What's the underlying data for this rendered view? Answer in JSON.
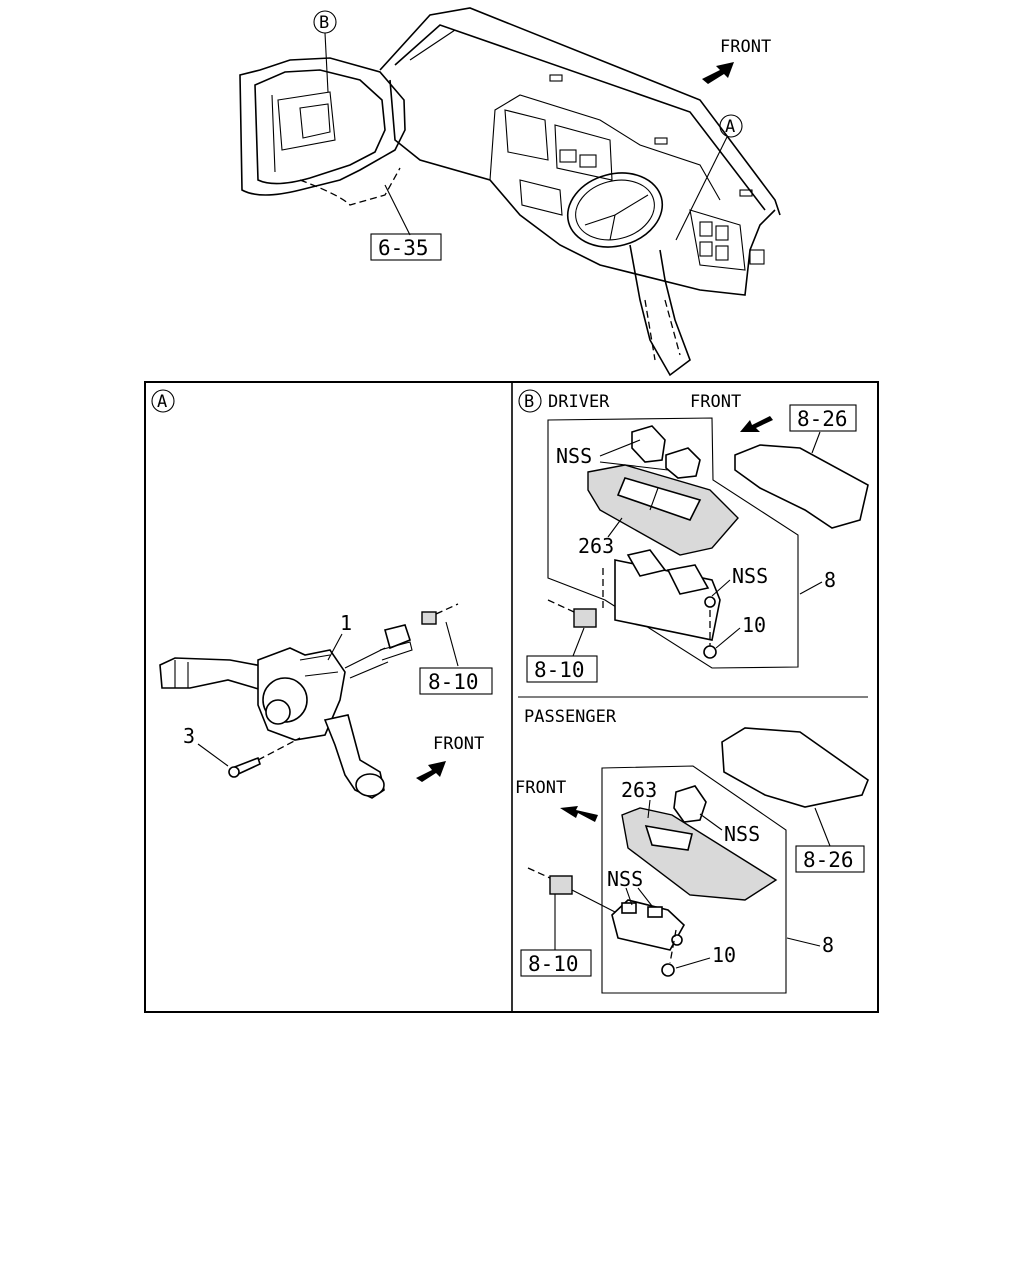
{
  "overview": {
    "front_label": "FRONT",
    "callout_a": "A",
    "callout_b": "B",
    "ref_box": "6-35"
  },
  "panel_a": {
    "callout": "A",
    "front_label": "FRONT",
    "part_1": "1",
    "part_3": "3",
    "ref_box": "8-10"
  },
  "panel_b_driver": {
    "callout": "B",
    "title": "DRIVER",
    "front_label": "FRONT",
    "nss_top": "NSS",
    "nss_right": "NSS",
    "part_263": "263",
    "part_8": "8",
    "part_10": "10",
    "ref_box_top": "8-26",
    "ref_box_bottom": "8-10"
  },
  "panel_b_passenger": {
    "title": "PASSENGER",
    "front_label": "FRONT",
    "part_263": "263",
    "nss_right": "NSS",
    "nss_left": "NSS",
    "part_10": "10",
    "part_8": "8",
    "ref_box_right": "8-26",
    "ref_box_left": "8-10"
  }
}
